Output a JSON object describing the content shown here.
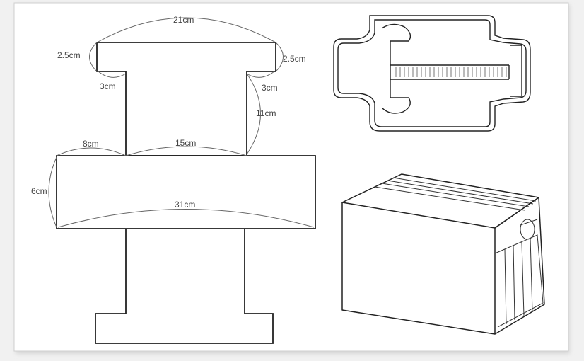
{
  "colors": {
    "paper": "#ffffff",
    "line": "#222222",
    "dimension": "#555555",
    "backdrop": "#f1f1f1"
  },
  "dimensions": {
    "top_width": "21cm",
    "top_left_height": "2.5cm",
    "top_right_height": "2.5cm",
    "left_notch": "3cm",
    "right_notch": "3cm",
    "upper_stem_height": "11cm",
    "left_flap_width": "8cm",
    "stem_width": "15cm",
    "band_height": "6cm",
    "band_width": "31cm"
  }
}
